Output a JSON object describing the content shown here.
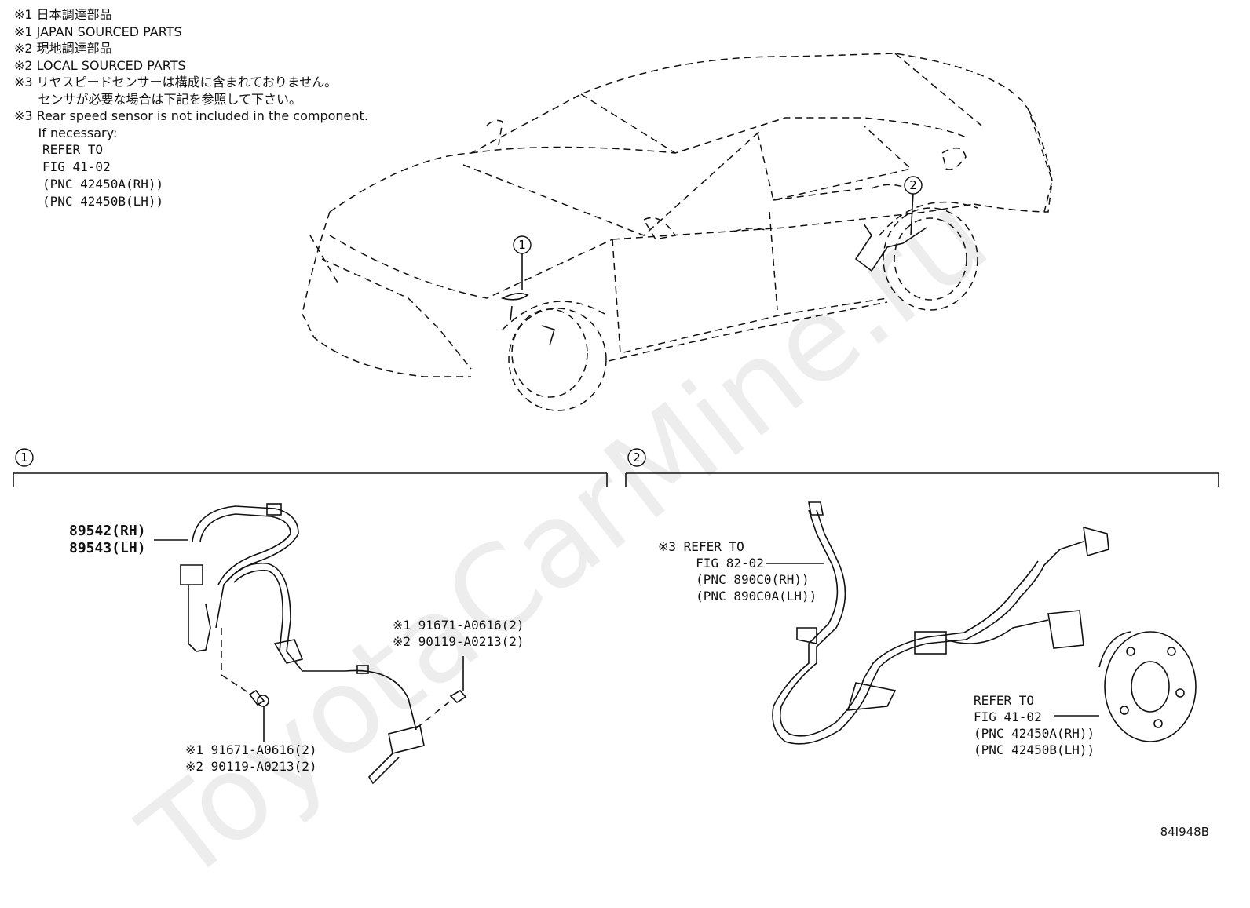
{
  "notes": {
    "lines": [
      "※1 日本調達部品",
      "※1 JAPAN SOURCED PARTS",
      "※2 現地調達部品",
      "※2 LOCAL SOURCED PARTS",
      "※3 リヤスピードセンサーは構成に含まれておりません。",
      "      センサが必要な場合は下記を参照して下さい。",
      "※3 Rear speed sensor is not included in the component.",
      "      If necessary:"
    ],
    "refer": [
      "REFER TO",
      "FIG 41-02",
      "(PNC 42450A(RH))",
      "(PNC 42450B(LH))"
    ]
  },
  "callouts": {
    "one": "1",
    "two": "2"
  },
  "section1": {
    "part_rh": "89542(RH)",
    "part_lh": "89543(LH)",
    "bolt_right": [
      "※1 91671-A0616(2)",
      "※2 90119-A0213(2)"
    ],
    "bolt_left": [
      "※1 91671-A0616(2)",
      "※2 90119-A0213(2)"
    ]
  },
  "section2": {
    "ref_sensor": [
      "※3 REFER TO",
      "     FIG 82-02",
      "     (PNC 890C0(RH))",
      "     (PNC 890C0A(LH))"
    ],
    "ref_hub": [
      "REFER TO",
      "FIG 41-02",
      "(PNC 42450A(RH))",
      "(PNC 42450B(LH))"
    ]
  },
  "watermark": "ToyotaCarMine.ru",
  "drawing_code": "84I948B"
}
